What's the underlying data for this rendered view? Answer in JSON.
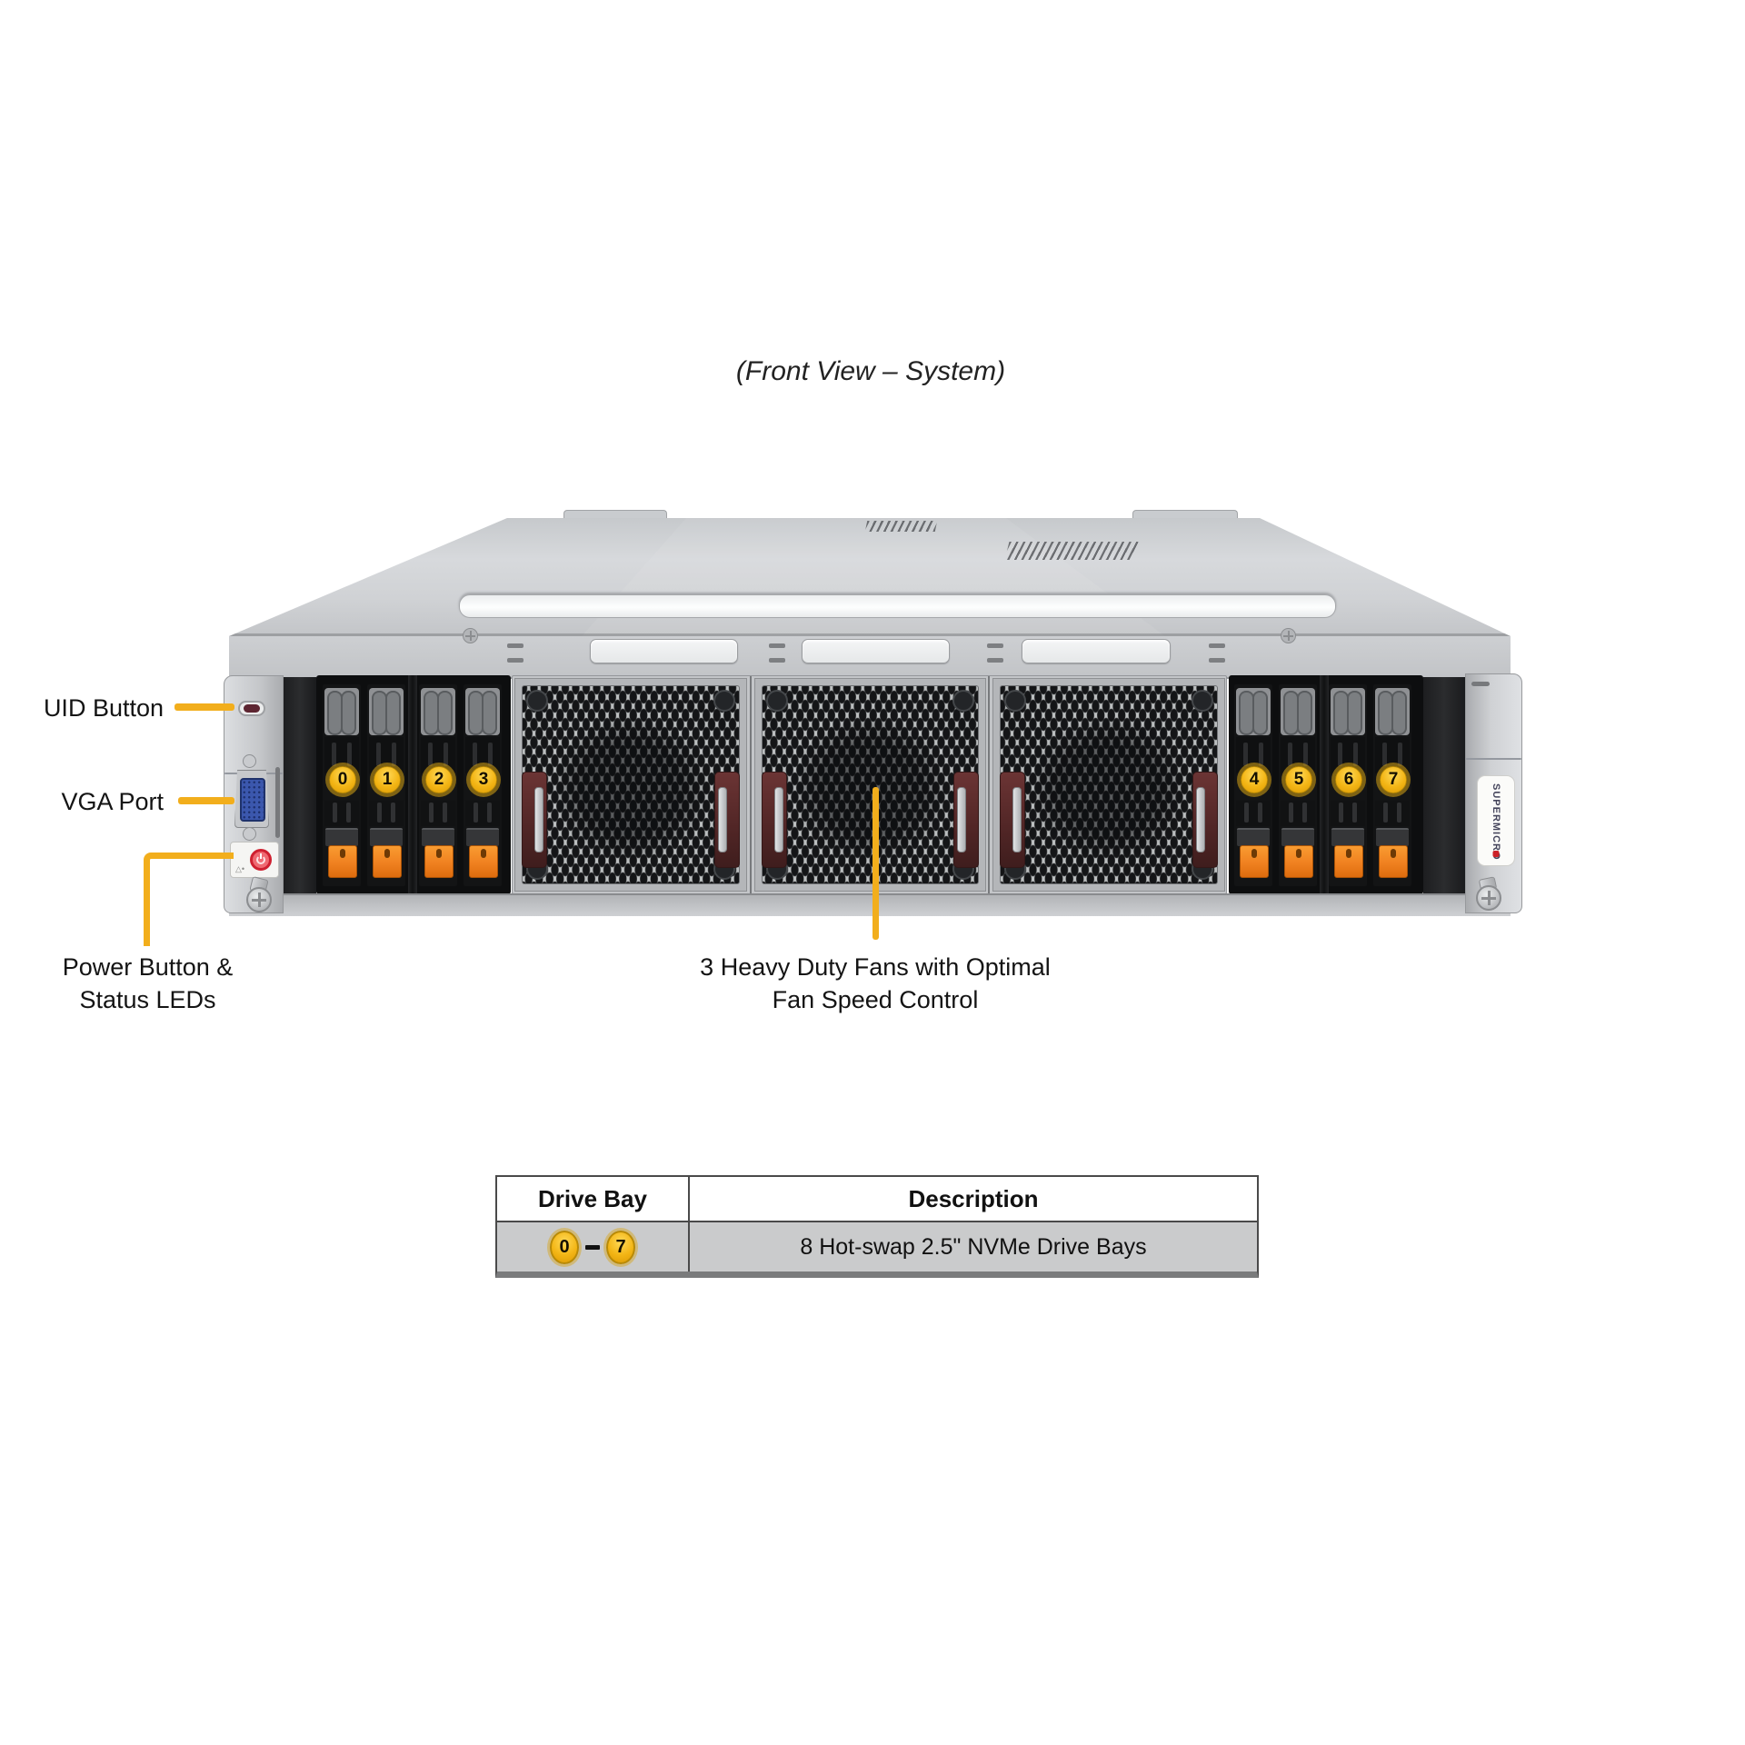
{
  "title": "(Front View – System)",
  "annotations": {
    "uid": {
      "label": "UID Button"
    },
    "vga": {
      "label": "VGA Port"
    },
    "power": {
      "line1": "Power Button &",
      "line2": "Status LEDs"
    },
    "fans": {
      "line1": "3 Heavy Duty Fans with Optimal",
      "line2": "Fan Speed Control"
    }
  },
  "server": {
    "left_drive_bays": [
      "0",
      "1",
      "2",
      "3"
    ],
    "right_drive_bays": [
      "4",
      "5",
      "6",
      "7"
    ],
    "fan_count": 3,
    "ear_brand": "SUPERMICRO"
  },
  "table": {
    "headers": {
      "col1": "Drive Bay",
      "col2": "Description"
    },
    "row": {
      "bay_start": "0",
      "bay_end": "7",
      "description": "8 Hot-swap 2.5\" NVMe Drive Bays"
    }
  },
  "colors": {
    "accent_yellow": "#F2AE1C",
    "badge_gold": "#F3B515",
    "latch_orange": "#F08120",
    "handle_maroon": "#552828",
    "chassis_silver": "#C9CCCF"
  }
}
